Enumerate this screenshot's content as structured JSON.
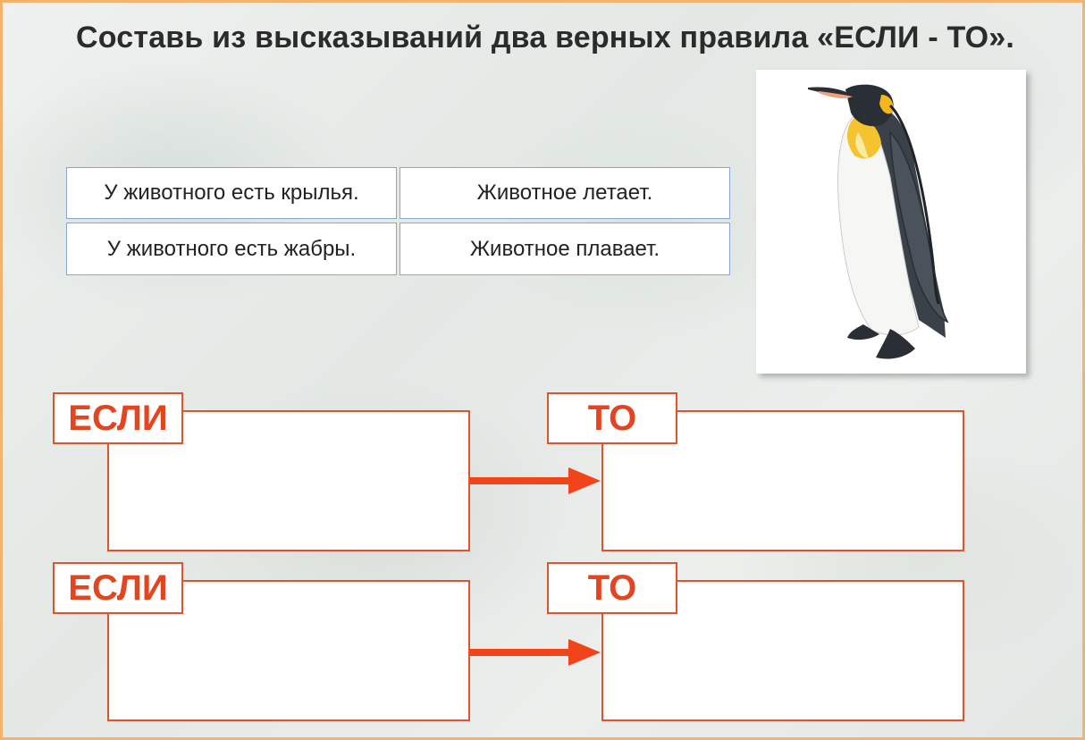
{
  "task": {
    "title": "Составь из высказываний два верных правила «ЕСЛИ - ТО»."
  },
  "statements": [
    "У животного есть крылья.",
    "Животное летает.",
    "У животного есть жабры.",
    "Животное плавает."
  ],
  "rules": [
    {
      "if_label": "ЕСЛИ",
      "then_label": "ТО"
    },
    {
      "if_label": "ЕСЛИ",
      "then_label": "ТО"
    }
  ],
  "colors": {
    "accent": "#e2522d",
    "statement_border": "#8aa6cf",
    "frame_border": "#f3b36a"
  },
  "icons": {
    "illustration": "penguin-image",
    "connector": "arrow-right-icon"
  }
}
